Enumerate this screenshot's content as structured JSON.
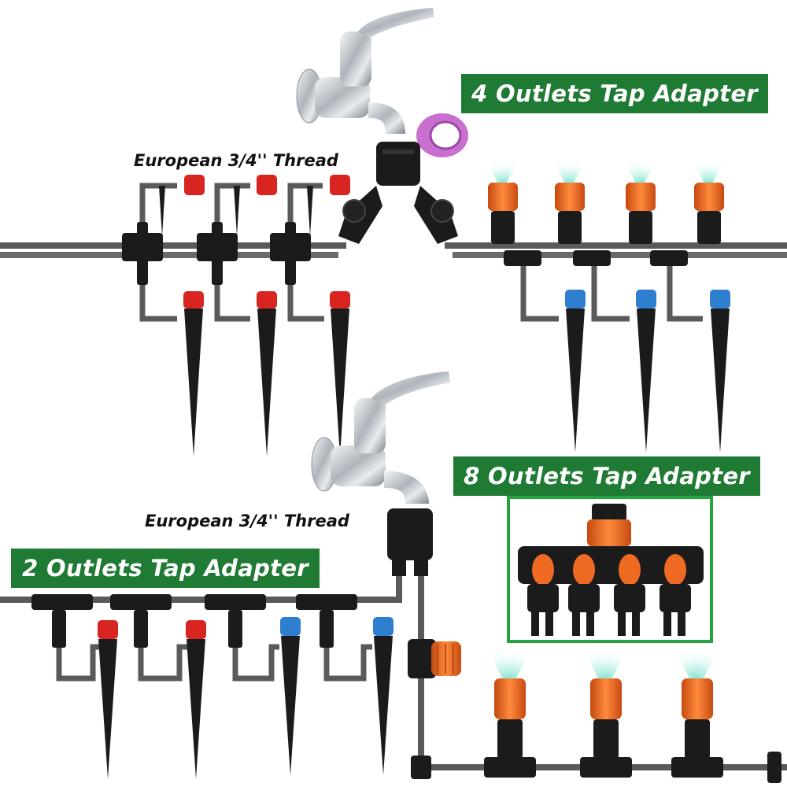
{
  "labels": {
    "four_outlets": "4 Outlets Tap Adapter",
    "eight_outlets": "8 Outlets Tap Adapter",
    "two_outlets": "2 Outlets Tap Adapter",
    "thread_top": "European 3/4'' Thread",
    "thread_bottom": "European 3/4'' Thread"
  },
  "colors": {
    "banner_green": "#1f7a34",
    "pipe_gray": "#595959",
    "fitting_black": "#1b1b1b",
    "red_cap": "#d8251f",
    "blue_cap": "#2f7fd0",
    "orange_nozzle": "#ef6a22",
    "chrome": "#c9ced4",
    "teflon_pink": "#c86fd0",
    "mist": "#9fe8d8"
  }
}
